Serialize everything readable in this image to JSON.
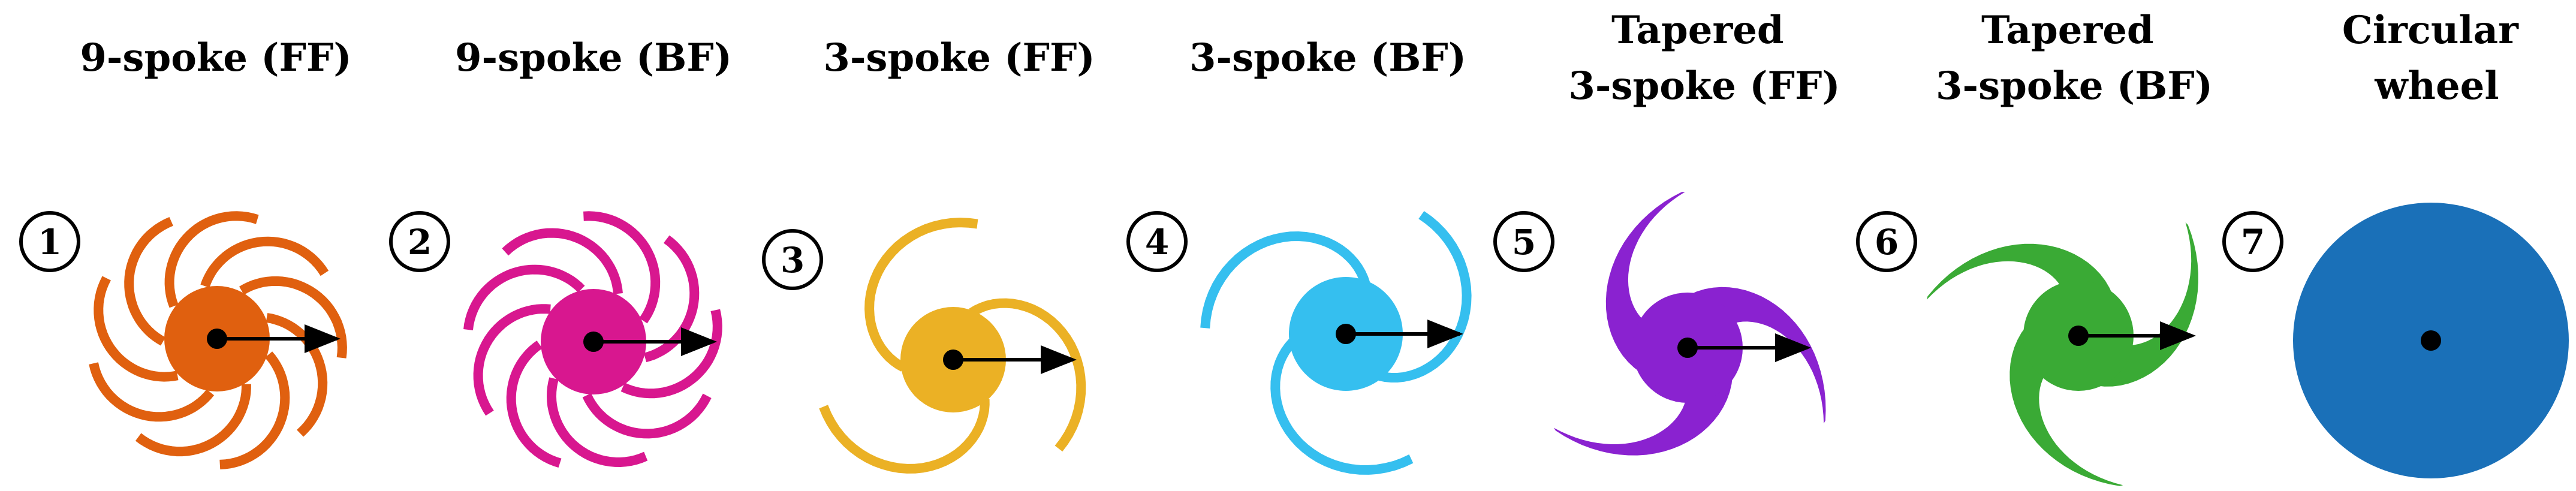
{
  "panels": [
    {
      "num": "1",
      "title": [
        "9-spoke (FF)"
      ],
      "type": "arc",
      "spokes": 9,
      "direction": "FF",
      "color": "#E0600F",
      "arrow": true
    },
    {
      "num": "2",
      "title": [
        "9-spoke (BF)"
      ],
      "type": "arc",
      "spokes": 9,
      "direction": "BF",
      "color": "#D8178F",
      "arrow": true
    },
    {
      "num": "3",
      "title": [
        "3-spoke (FF)"
      ],
      "type": "arc",
      "spokes": 3,
      "direction": "FF",
      "color": "#EBB125",
      "arrow": true
    },
    {
      "num": "4",
      "title": [
        "3-spoke (BF)"
      ],
      "type": "arc",
      "spokes": 3,
      "direction": "BF",
      "color": "#35BFEF",
      "arrow": true
    },
    {
      "num": "5",
      "title": [
        "Tapered",
        "3-spoke (FF)"
      ],
      "type": "tapered",
      "spokes": 3,
      "direction": "FF",
      "color": "#8A22D0",
      "arrow": true
    },
    {
      "num": "6",
      "title": [
        "Tapered",
        "3-spoke (BF)"
      ],
      "type": "tapered",
      "spokes": 3,
      "direction": "BF",
      "color": "#3AAA35",
      "arrow": true
    },
    {
      "num": "7",
      "title": [
        "Circular",
        "wheel"
      ],
      "type": "disc",
      "color": "#1A70B8",
      "arrow": false
    }
  ]
}
